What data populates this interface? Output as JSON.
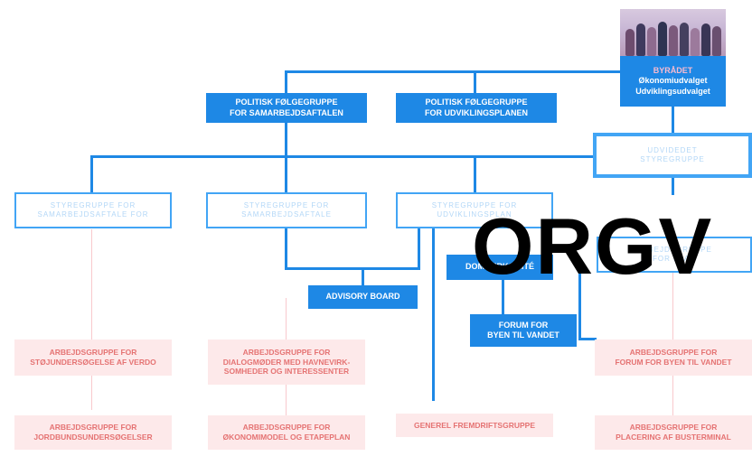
{
  "council": {
    "title": "BYRÅDET",
    "committee_1": "Økonomiudvalget",
    "committee_2": "Udviklingsudvalget"
  },
  "political_groups": [
    {
      "label": "POLITISK FØLGEGRUPPE\nFOR SAMARBEJDSAFTALEN"
    },
    {
      "label": "POLITISK FØLGEGRUPPE\nFOR UDVIKLINGSPLANEN"
    }
  ],
  "steering": {
    "joint": "UDVIDEDET\nSTYREGRUPPE",
    "groups": [
      {
        "label": "STYREGRUPPE FOR\nSAMARBEJDSAFTALE FOR"
      },
      {
        "label": "STYREGRUPPE FOR\nSAMARBEJDSAFTALE"
      },
      {
        "label": "STYREGRUPPE FOR\nUDVIKLINGSPLAN"
      },
      {
        "label": "ARBEJDSGRUPPE\nFOR PLAN"
      }
    ]
  },
  "advisory_board": "ADVISORY BOARD",
  "dommerkomite": "DOMMERKOMITÉ",
  "forum": "FORUM FOR\nBYEN TIL VANDET",
  "working_groups_row1": [
    "ARBEJDSGRUPPE FOR\nSTØJUNDERSØGELSE AF VERDO",
    "ARBEJDSGRUPPE FOR\nDIALOGMØDER MED HAVNEVIRK-\nSOMHEDER OG INTERESSENTER",
    "ARBEJDSGRUPPE FOR\nFORUM FOR BYEN TIL VANDET"
  ],
  "working_groups_row2": [
    "ARBEJDSGRUPPE FOR\nJORDBUNDSUNDERSØGELSER",
    "ARBEJDSGRUPPE FOR\nØKONOMIMODEL OG ETAPEPLAN",
    "GENEREL FREMDRIFTSGRUPPE",
    "ARBEJDSGRUPPE FOR\nPLACERING AF BUSTERMINAL"
  ],
  "watermark": "ORGV",
  "colors": {
    "accent": "#1e88e5",
    "pink_bg": "#fde9ea",
    "pink_text": "#e57373"
  }
}
